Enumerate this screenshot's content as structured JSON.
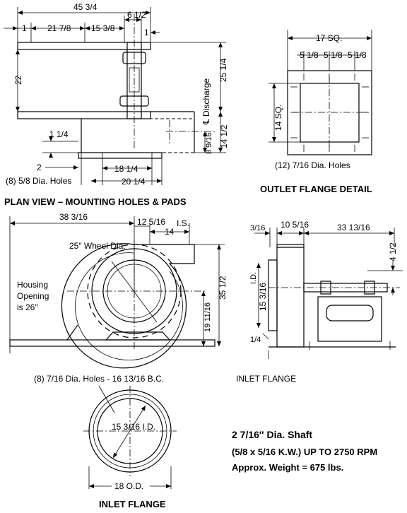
{
  "plan": {
    "dim_overall": "45 3/4",
    "dim_1_left": "1",
    "dim_21": "21 7/8",
    "dim_15": "15 3/8",
    "dim_6": "6 1/2",
    "dim_1_right": "1",
    "dim_22": "22",
    "dim_25": "25 1/4",
    "discharge": "℄ Discharge",
    "dim_1_1_4": "1 1/4",
    "dim_2": "2",
    "dim_8": "8 9/16",
    "dim_14": "14 1/2",
    "dim_18": "18 1/4",
    "dim_20": "20 1/4",
    "holes": "(8) 5/8 Dia. Holes",
    "title": "PLAN VIEW – MOUNTING HOLES & PADS"
  },
  "outlet": {
    "dim_17": "17 SQ.",
    "dim_5a": "5 1/8",
    "dim_5b": "5 1/8",
    "dim_5c": "5 1/8",
    "dim_14sq": "14 SQ.",
    "holes": "(12) 7/16 Dia. Holes",
    "title": "OUTLET FLANGE DETAIL"
  },
  "side": {
    "dim_38": "38 3/16",
    "dim_12": "12 5/16",
    "dim_14": "14",
    "is": "I.S.",
    "wheel": "25″ Wheel Dia.",
    "housing_1": "Housing",
    "housing_2": "Opening",
    "housing_3": "is 26″",
    "dim_35": "35 1/2",
    "dim_19": "19 11/16"
  },
  "front": {
    "dim_3_16": "3/16",
    "dim_10": "10 5/16",
    "dim_33": "33 13/16",
    "dim_4": "4 1/2",
    "id": "I.D.",
    "dim_15": "15 3/16",
    "dim_1_4": "1/4",
    "inlet_label": "INLET FLANGE"
  },
  "inlet": {
    "holes": "(8) 7/16 Dia. Holes - 16 13/16 B.C.",
    "id": "15 3/16 I.D.",
    "od": "18 O.D.",
    "title": "INLET FLANGE"
  },
  "specs": {
    "shaft": "2 7/16″ Dia. Shaft",
    "kw": "(5/8 x 5/16 K.W.) UP TO 2750 RPM",
    "weight": "Approx. Weight = 675 lbs."
  }
}
